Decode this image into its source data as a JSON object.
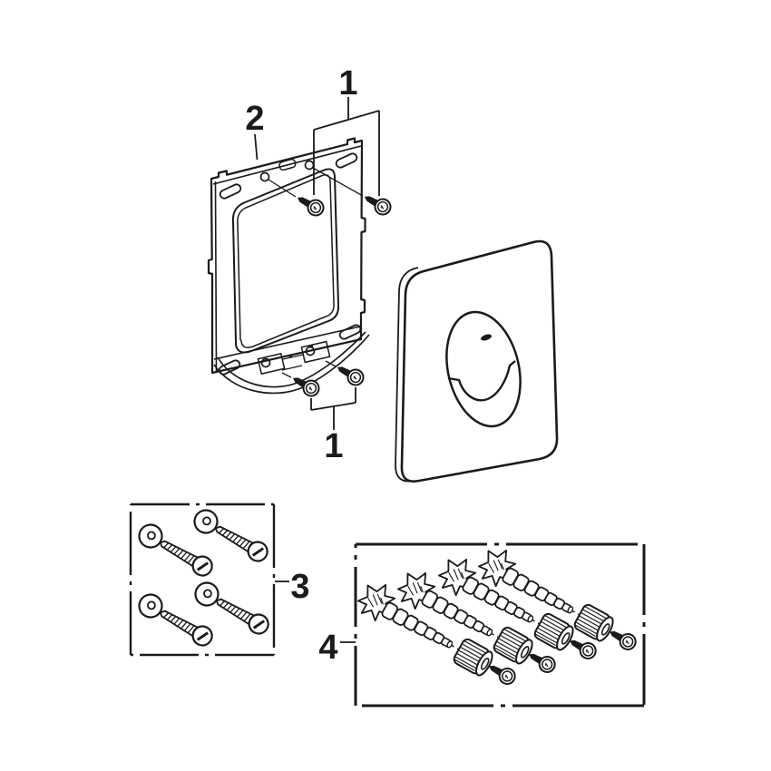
{
  "diagram": {
    "type": "installation-parts-diagram",
    "colors": {
      "background": "#ffffff",
      "line": "#1a1a1a"
    },
    "callouts": {
      "top_screws": "1",
      "frame": "2",
      "bottom_screws": "1",
      "screw_washer_box": "3",
      "adjuster_box": "4"
    }
  }
}
